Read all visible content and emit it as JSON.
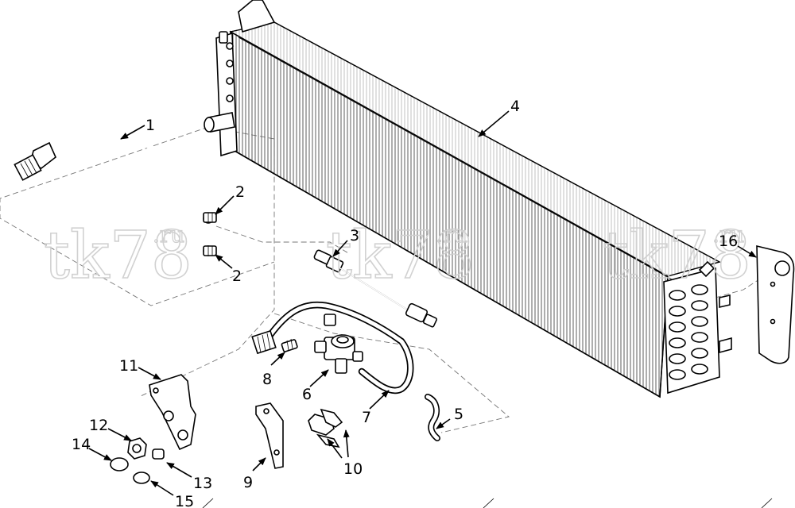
{
  "watermark": {
    "main": "tk78",
    "suffix": ".ru"
  },
  "callouts": {
    "c1": "1",
    "c2a": "2",
    "c2b": "2",
    "c3": "3",
    "c4": "4",
    "c5": "5",
    "c6": "6",
    "c7": "7",
    "c8": "8",
    "c9": "9",
    "c10": "10",
    "c11": "11",
    "c12": "12",
    "c13": "13",
    "c14": "14",
    "c15": "15",
    "c16": "16"
  }
}
